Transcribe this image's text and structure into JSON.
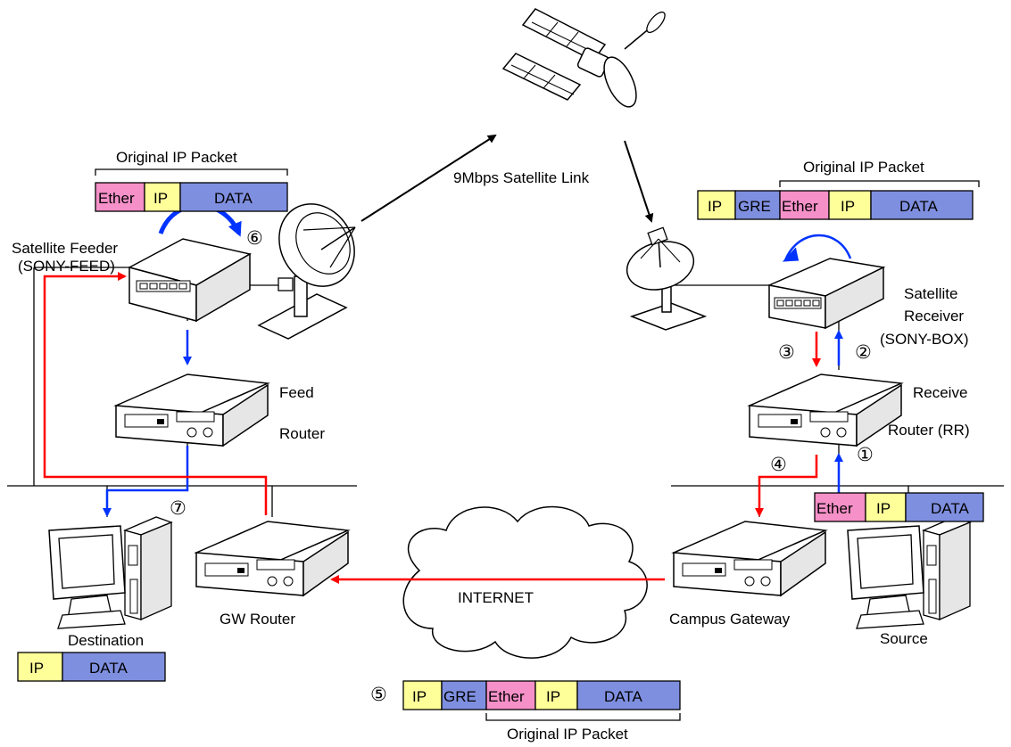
{
  "colors": {
    "ether": "#f590c8",
    "ip": "#ffff99",
    "data": "#7f8fe0",
    "gre": "#7f8fe0",
    "red_path": "#ff0000",
    "blue_path": "#0033ff"
  },
  "labels": {
    "satellite_link": "9Mbps Satellite Link",
    "sat_feeder_1": "Satellite Feeder",
    "sat_feeder_2": "(SONY-FEED)",
    "feed_router_1": "Feed",
    "feed_router_2": "Router",
    "sat_receiver_1": "Satellite",
    "sat_receiver_2": "Receiver",
    "sat_receiver_3": "(SONY-BOX)",
    "receive_router_1": "Receive",
    "receive_router_2": "Router (RR)",
    "destination": "Destination",
    "gw_router": "GW Router",
    "internet": "INTERNET",
    "campus_gateway": "Campus Gateway",
    "source": "Source"
  },
  "steps": {
    "s1": "①",
    "s2": "②",
    "s3": "③",
    "s4": "④",
    "s5": "⑤",
    "s6": "⑥",
    "s7": "⑦"
  },
  "packets": {
    "original_caption": "Original IP Packet",
    "ether": "Ether",
    "ip": "IP",
    "gre": "GRE",
    "data": "DATA"
  },
  "icons": [
    "satellite-icon",
    "dish-antenna-icon",
    "router-icon",
    "modem-icon",
    "desktop-computer-icon",
    "cloud-icon"
  ]
}
